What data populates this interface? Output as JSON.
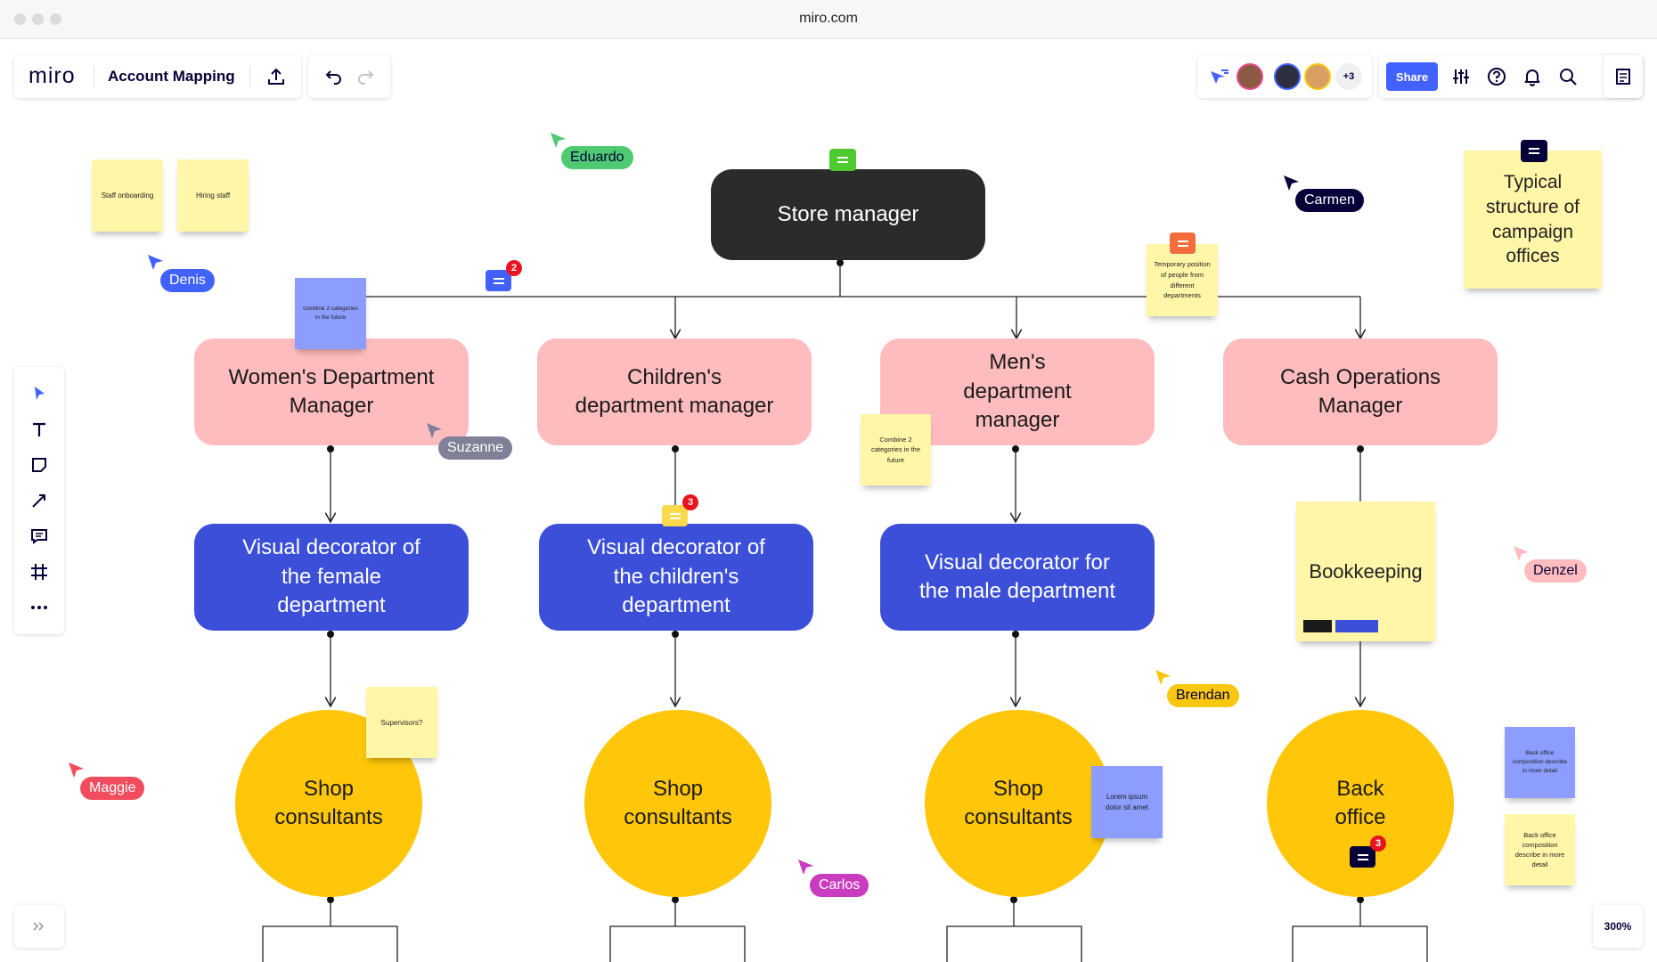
{
  "browser": {
    "url": "miro.com"
  },
  "header": {
    "logo": "miro",
    "board_title": "Account Mapping",
    "more_collaborators": "+3",
    "share_label": "Share",
    "icons": [
      "upload-icon",
      "undo-icon",
      "redo-icon",
      "pointer-filter-icon",
      "settings-sliders-icon",
      "help-icon",
      "bell-icon",
      "search-icon",
      "notes-icon"
    ]
  },
  "toolbar": {
    "tools": [
      "select-tool",
      "text-tool",
      "sticky-note-tool",
      "connector-tool",
      "comment-tool",
      "frame-tool",
      "more-tools"
    ]
  },
  "zoom": "300%",
  "org_chart": {
    "root": "Store manager",
    "managers": [
      "Women's Department Manager",
      "Children's department manager",
      "Men's department manager",
      "Cash Operations Manager"
    ],
    "decorators": [
      "Visual decorator of the female department",
      "Visual decorator of the children's department",
      "Visual decorator for the male department"
    ],
    "bookkeeping": "Bookkeeping",
    "consultants": [
      "Shop consultants",
      "Shop consultants",
      "Shop consultants"
    ],
    "back_office": "Back office"
  },
  "stickies": {
    "staff_onboarding": "Staff onboarding",
    "hiring_staff": "Hiring staff",
    "combine_women": "combine 2 categories in the future",
    "temporary_position": "Temporary position of people from different departments",
    "typical_structure": "Typical structure of campaign offices",
    "combine_men": "Combine 2 categories in the future",
    "supervisors": "Supervisors?",
    "lorem": "Lorem ipsum dolor sit amet",
    "back_office_blue": "Back office composition describe in more detail",
    "back_office_yellow": "Back office composition describe in more detail"
  },
  "comments": {
    "women_count": "2",
    "children_count": "3",
    "back_office_count": "3"
  },
  "cursors": [
    {
      "name": "Eduardo",
      "color": "#4fca72"
    },
    {
      "name": "Carmen",
      "color": "#050038"
    },
    {
      "name": "Denis",
      "color": "#4262ff"
    },
    {
      "name": "Suzanne",
      "color": "#808097"
    },
    {
      "name": "Denzel",
      "color": "#ffbcbe"
    },
    {
      "name": "Brendan",
      "color": "#fac710"
    },
    {
      "name": "Maggie",
      "color": "#f24d5e"
    },
    {
      "name": "Carlos",
      "color": "#c93cbf"
    }
  ]
}
